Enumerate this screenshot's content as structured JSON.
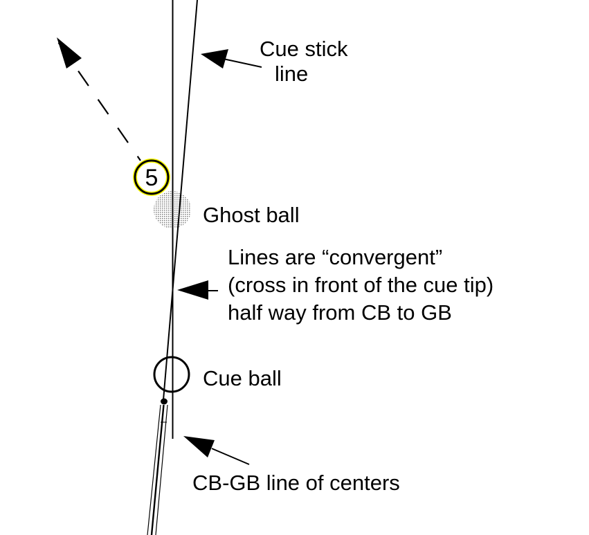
{
  "diagram": {
    "title": "Cue stick line vs CB-GB line of centers (convergent)",
    "object_ball": {
      "number": "5",
      "outline_color": "#000000",
      "halo_color": "#ffff00"
    },
    "ghost_ball": {
      "fill_color": "#a0a0a0"
    },
    "labels": {
      "cue_stick_line_1": "Cue stick",
      "cue_stick_line_2": "line",
      "ghost_ball": "Ghost ball",
      "convergent_1": "Lines are “convergent”",
      "convergent_2": "(cross in front of the cue tip)",
      "convergent_3": "half way from CB to GB",
      "cue_ball": "Cue ball",
      "line_of_centers": "CB-GB line of centers"
    }
  }
}
